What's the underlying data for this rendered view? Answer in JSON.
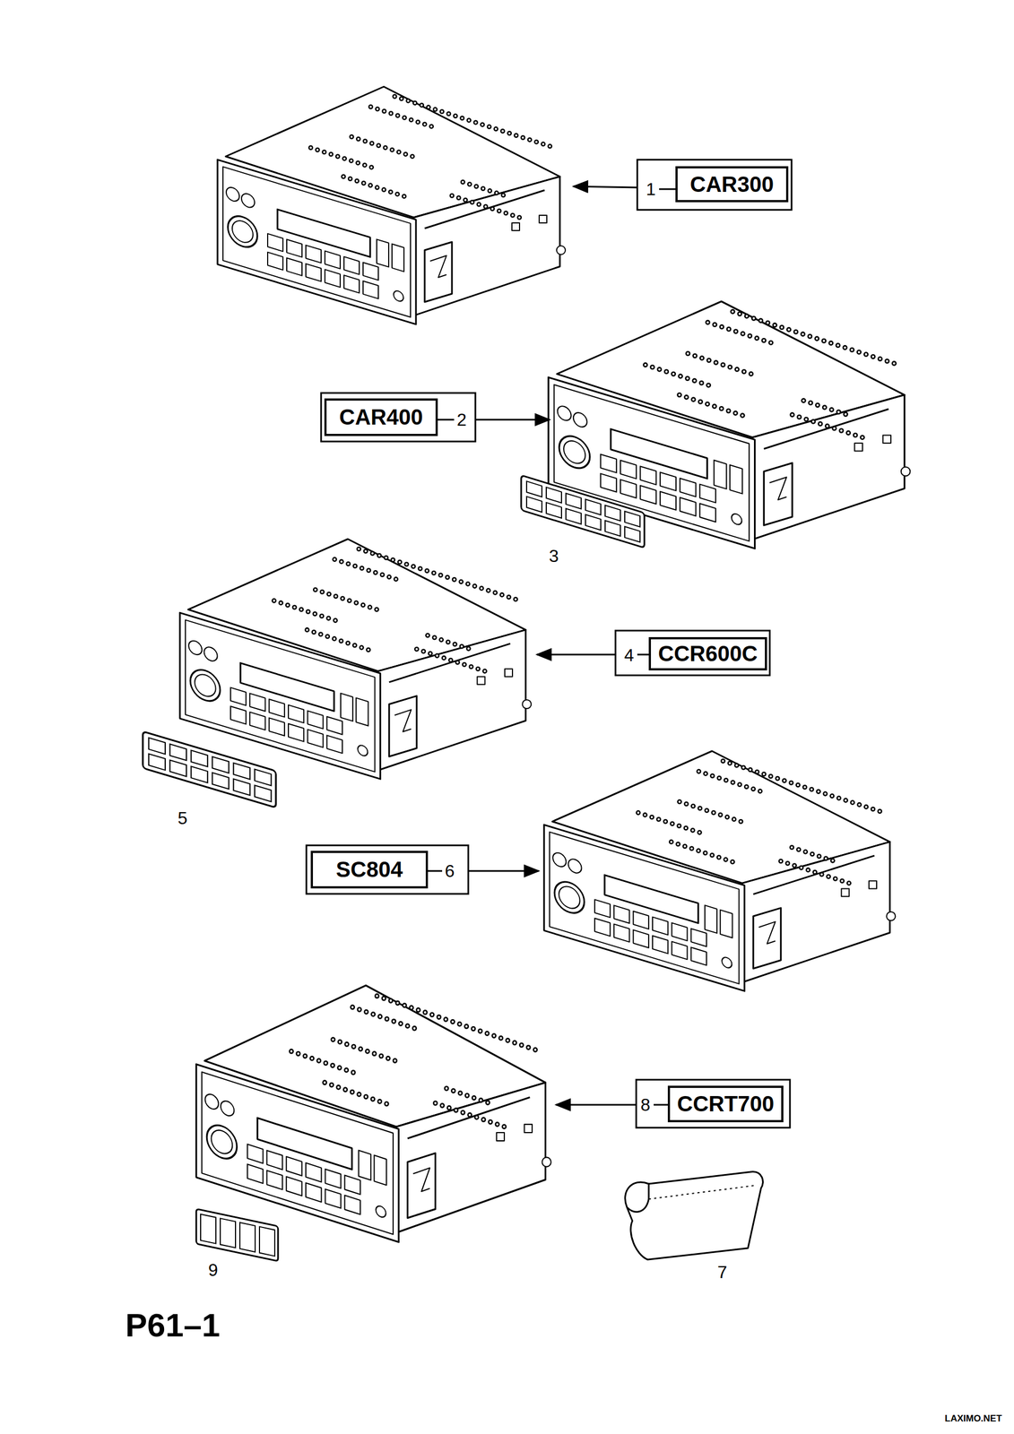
{
  "diagram": {
    "nodes": [
      {
        "text": [
          "CAR300"
        ]
      },
      {
        "text": [
          "CAR400"
        ]
      },
      {
        "text": [
          "CCR600C"
        ]
      },
      {
        "text": [
          "SC804"
        ]
      },
      {
        "text": [
          "CCRT700"
        ]
      }
    ],
    "labels": [
      "1",
      "2",
      "3",
      "4",
      "5",
      "6",
      "8",
      "9",
      "7",
      "P61–1",
      "LAXIMO.NET"
    ]
  }
}
